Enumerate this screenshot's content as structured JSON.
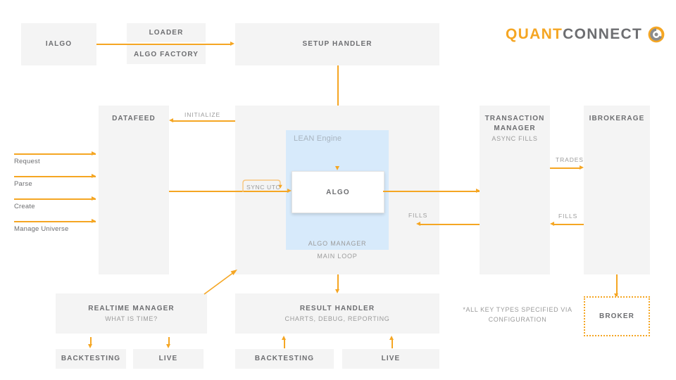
{
  "brand": {
    "name_part1": "QUANT",
    "name_part2": "CONNECT",
    "logo_icon": "quantconnect-swirl-icon",
    "orange": "#f5a623",
    "gray": "#6d6e71",
    "blue": "#d7eafb"
  },
  "boxes": {
    "ialgo": {
      "title": "IALGO"
    },
    "loader": {
      "title": "LOADER"
    },
    "algo_factory": {
      "title": "ALGO FACTORY"
    },
    "setup_handler": {
      "title": "SETUP HANDLER"
    },
    "datafeed": {
      "title": "DATAFEED"
    },
    "lean_engine": {
      "title": "LEAN Engine"
    },
    "algo": {
      "title": "ALGO"
    },
    "algo_manager": {
      "title": "ALGO MANAGER"
    },
    "main_loop": {
      "title": "MAIN LOOP"
    },
    "transaction_manager": {
      "title": "TRANSACTION MANAGER",
      "subtitle": "ASYNC FILLS"
    },
    "ibrokerage": {
      "title": "IBROKERAGE"
    },
    "broker": {
      "title": "BROKER"
    },
    "realtime_manager": {
      "title": "REALTIME MANAGER",
      "subtitle": "WHAT IS TIME?"
    },
    "result_handler": {
      "title": "RESULT HANDLER",
      "subtitle": "CHARTS, DEBUG, REPORTING"
    },
    "rt_backtesting": {
      "title": "BACKTESTING"
    },
    "rt_live": {
      "title": "LIVE"
    },
    "rh_backtesting": {
      "title": "BACKTESTING"
    },
    "rh_live": {
      "title": "LIVE"
    }
  },
  "edges": {
    "initialize": "INITIALIZE",
    "sync_utc": "SYNC UTC",
    "trades": "TRADES",
    "fills_left": "FILLS",
    "fills_right": "FILLS"
  },
  "side_labels": [
    {
      "text": "Request"
    },
    {
      "text": "Parse"
    },
    {
      "text": "Create"
    },
    {
      "text": "Manage Universe"
    }
  ],
  "footnote": "*ALL KEY TYPES SPECIFIED VIA CONFIGURATION"
}
